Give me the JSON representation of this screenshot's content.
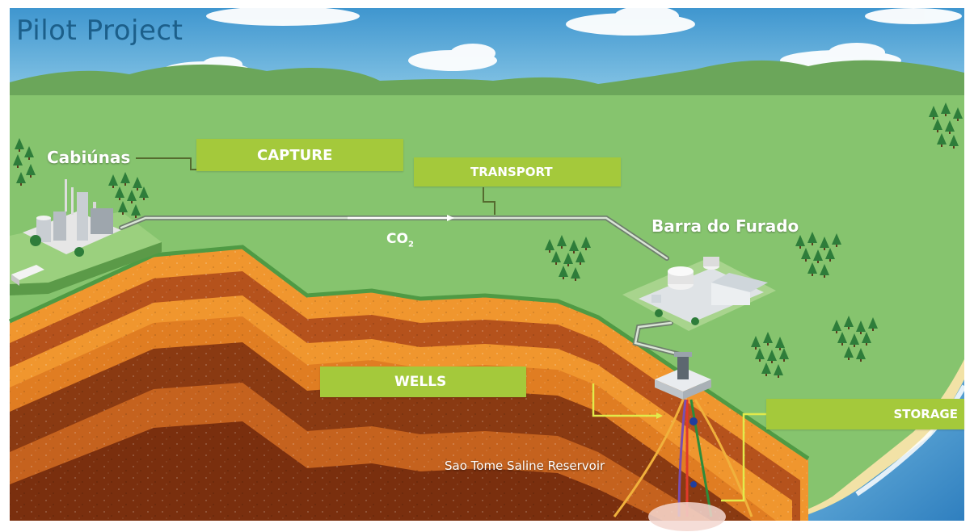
{
  "title": "Pilot Project",
  "places": {
    "origin": "Cabiúnas",
    "destination": "Barra do Furado"
  },
  "stages": {
    "capture": "CAPTURE",
    "transport": "TRANSPORT",
    "wells": "WELLS",
    "storage": "STORAGE"
  },
  "pipeline_label": "CO",
  "pipeline_label_subscript": "2",
  "reservoir_label": "Sao Tome Saline Reservoir",
  "colors": {
    "sky": "#5aa9d8",
    "grass": "#86c46e",
    "label_green": "#a4c93b",
    "title_blue": "#1c5f8a",
    "strata_light": "#f0962e",
    "strata_dark": "#8a3a12",
    "sea": "#4a9bd0",
    "sand": "#f2e2a6"
  },
  "icons": [
    "capture-plant-icon",
    "storage-plant-icon",
    "wellhead-platform-icon",
    "tree-cluster-icon",
    "cloud-icon",
    "truck-icon"
  ]
}
